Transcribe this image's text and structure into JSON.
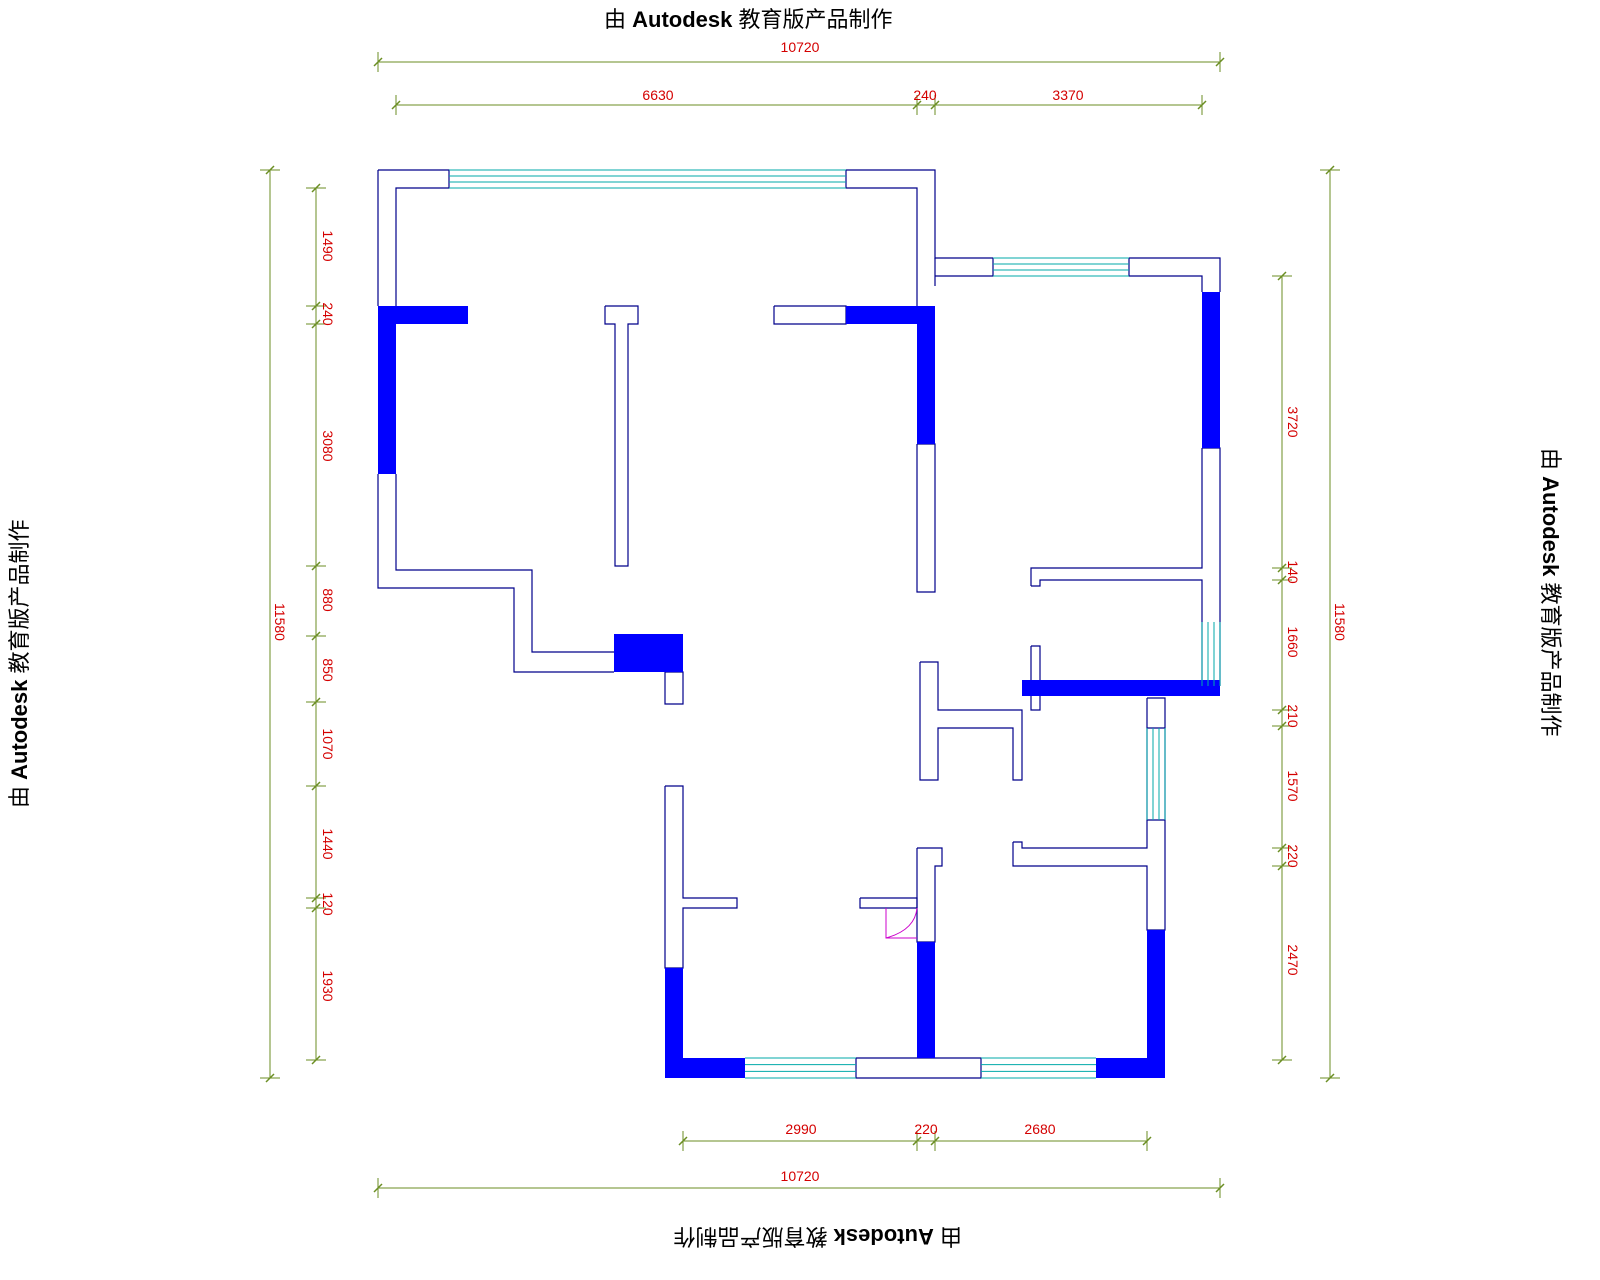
{
  "watermark": {
    "prefix": "由",
    "brand": "Autodesk",
    "suffix": "教育版产品制作"
  },
  "dimensions": {
    "top_total": "10720",
    "top_segments": [
      "6630",
      "240",
      "3370"
    ],
    "bottom_total": "10720",
    "bottom_segments": [
      "2990",
      "220",
      "2680"
    ],
    "left_total": "11580",
    "left_segments": [
      "1490",
      "240",
      "3080",
      "880",
      "850",
      "1070",
      "1440",
      "120",
      "1930"
    ],
    "right_total": "11580",
    "right_segments": [
      "3720",
      "140",
      "1660",
      "210",
      "1570",
      "220",
      "2470"
    ]
  },
  "colors": {
    "wall_outline": "#00008b",
    "wall_fill": "#0000ff",
    "window": "#00aaaa",
    "dimension_line": "#6b8e23",
    "dimension_text": "#d40000",
    "door_arc": "#cc00cc"
  }
}
